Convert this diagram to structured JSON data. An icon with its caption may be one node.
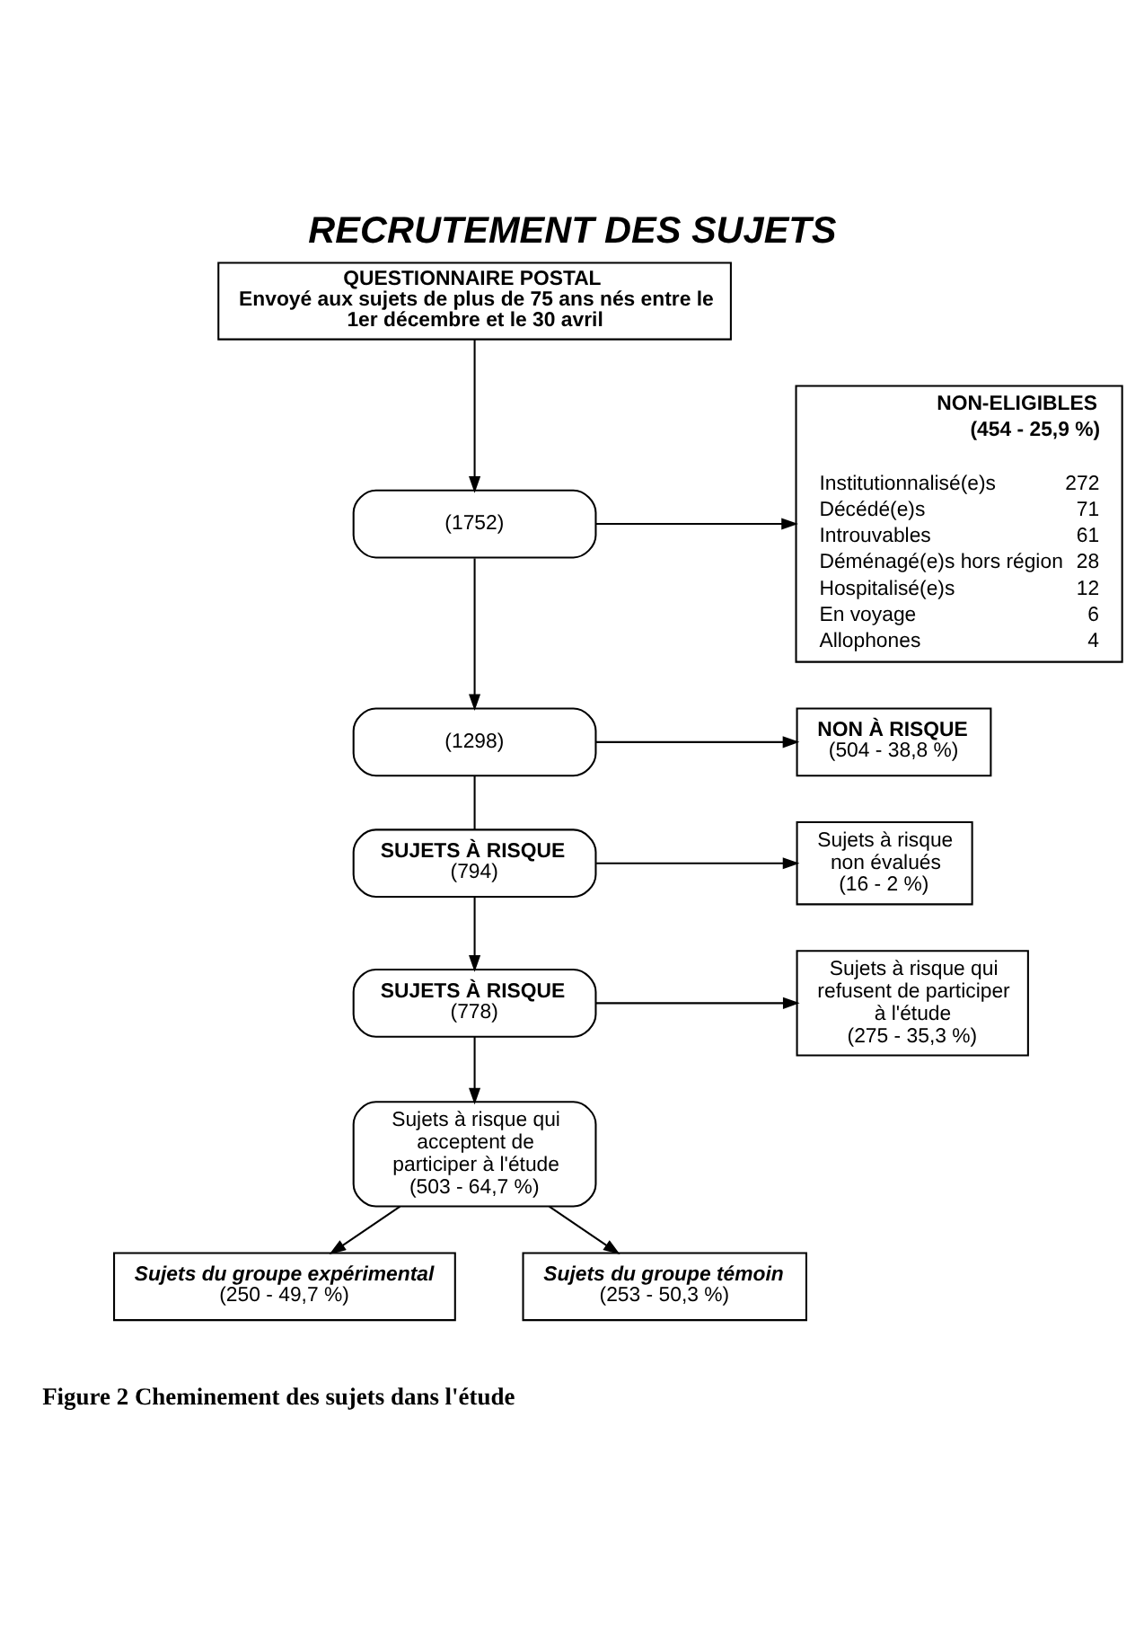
{
  "diagram": {
    "title": "RECRUTEMENT DES SUJETS",
    "caption": "Figure 2 Cheminement des sujets dans l'étude",
    "nodes": [
      {
        "text": [
          "QUESTIONNAIRE POSTAL",
          "Envoyé aux sujets de plus de 75 ans nés entre le 1er décembre et le 30 avril"
        ]
      },
      {
        "text": [
          "(1752)"
        ]
      },
      {
        "text": [
          "NON-ELIGIBLES",
          "(454 - 25,9 %)",
          "Institutionnalisé(e)s",
          "272",
          "Décédé(e)s",
          "71",
          "Introuvables",
          "61",
          "Déménagé(e)s hors région",
          "28",
          "Hospitalisé(e)s",
          "12",
          "En voyage",
          "6",
          "Allophones",
          "4"
        ]
      },
      {
        "text": [
          "(1298)"
        ]
      },
      {
        "text": [
          "NON À RISQUE",
          "(504 - 38,8 %)"
        ]
      },
      {
        "text": [
          "SUJETS À RISQUE",
          "(794)"
        ]
      },
      {
        "text": [
          "Sujets à risque non évalués",
          "(16 - 2 %)"
        ]
      },
      {
        "text": [
          "SUJETS À RISQUE",
          "(778)"
        ]
      },
      {
        "text": [
          "Sujets à risque qui refusent de participer à l'étude",
          "(275 - 35,3 %)"
        ]
      },
      {
        "text": [
          "Sujets à risque qui acceptent de participer à l'étude",
          "(503 - 64,7 %)"
        ]
      },
      {
        "text": [
          "Sujets du groupe expérimental",
          "(250 - 49,7 %)"
        ]
      },
      {
        "text": [
          "Sujets du groupe témoin",
          "(253 - 50,3 %)"
        ]
      }
    ],
    "edges": [
      {
        "from": 0,
        "to": 1,
        "arrow": "to"
      },
      {
        "from": 1,
        "to": 3,
        "arrow": "to"
      },
      {
        "from": 1,
        "to": 2,
        "arrow": "to"
      },
      {
        "from": 3,
        "to": 5,
        "arrow": "none"
      },
      {
        "from": 3,
        "to": 4,
        "arrow": "to"
      },
      {
        "from": 5,
        "to": 7,
        "arrow": "to"
      },
      {
        "from": 5,
        "to": 6,
        "arrow": "to"
      },
      {
        "from": 7,
        "to": 9,
        "arrow": "to"
      },
      {
        "from": 7,
        "to": 8,
        "arrow": "to"
      },
      {
        "from": 9,
        "to": 10,
        "arrow": "to"
      },
      {
        "from": 9,
        "to": 11,
        "arrow": "to"
      }
    ]
  }
}
